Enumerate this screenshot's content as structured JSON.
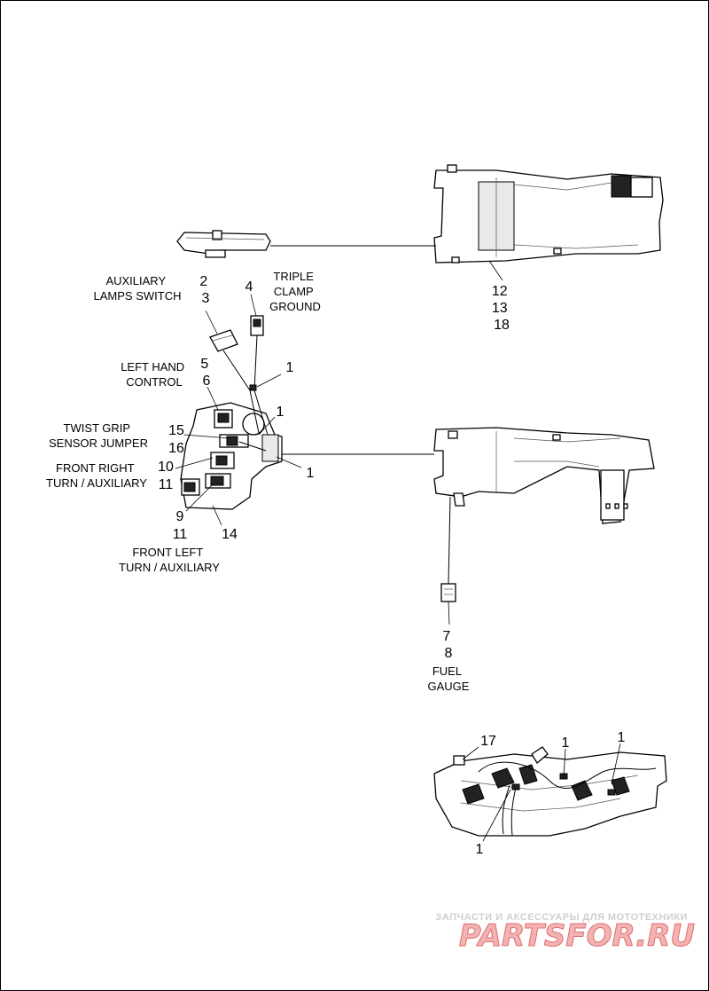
{
  "labels": {
    "auxiliary_lamps_switch": [
      "AUXILIARY",
      "LAMPS SWITCH"
    ],
    "triple_clamp_ground": [
      "TRIPLE",
      "CLAMP",
      "GROUND"
    ],
    "left_hand_control": [
      "LEFT HAND",
      "CONTROL"
    ],
    "twist_grip_sensor_jumper": [
      "TWIST GRIP",
      "SENSOR JUMPER"
    ],
    "front_right_turn_auxiliary": [
      "FRONT RIGHT",
      "TURN / AUXILIARY"
    ],
    "front_left_turn_auxiliary": [
      "FRONT LEFT",
      "TURN / AUXILIARY"
    ],
    "fuel_gauge": [
      "FUEL",
      "GAUGE"
    ]
  },
  "callouts": {
    "c12_13_18": [
      "12",
      "13",
      "18"
    ],
    "c2_3": [
      "2",
      "3"
    ],
    "c4": "4",
    "c1_a": "1",
    "c5_6": [
      "5",
      "6"
    ],
    "c1_b": "1",
    "c15": "15",
    "c16": "16",
    "c1_c": "1",
    "c10": "10",
    "c11_a": "11",
    "c9": "9",
    "c11_b": "11",
    "c14": "14",
    "c7_8": [
      "7",
      "8"
    ],
    "c17": "17",
    "c1_d": "1",
    "c1_e": "1",
    "c1_f": "1"
  },
  "watermark": {
    "tagline": "ЗАПЧАСТИ И АКСЕССУАРЫ ДЛЯ МОТОТЕХНИКИ",
    "logo": "PARTSFOR.RU"
  }
}
